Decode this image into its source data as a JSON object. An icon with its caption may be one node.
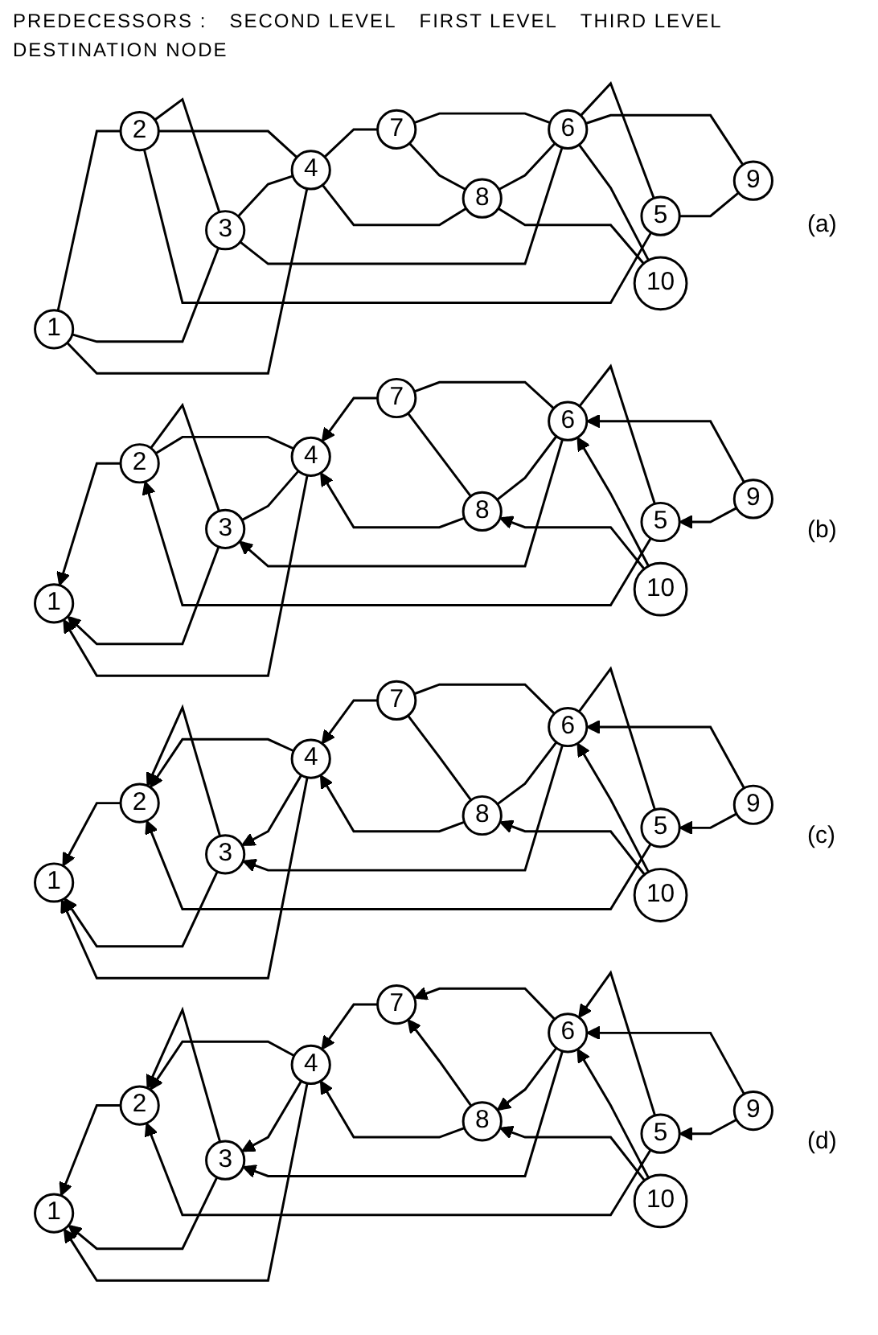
{
  "diagram": {
    "nodes": [
      {
        "text": [
          "1"
        ]
      },
      {
        "text": [
          "2"
        ]
      },
      {
        "text": [
          "3"
        ]
      },
      {
        "text": [
          "4"
        ]
      },
      {
        "text": [
          "5"
        ]
      },
      {
        "text": [
          "6"
        ]
      },
      {
        "text": [
          "7"
        ]
      },
      {
        "text": [
          "8"
        ]
      },
      {
        "text": [
          "9"
        ]
      },
      {
        "text": [
          "10"
        ]
      },
      {
        "text": [
          "1"
        ]
      },
      {
        "text": [
          "2"
        ]
      },
      {
        "text": [
          "3"
        ]
      },
      {
        "text": [
          "4"
        ]
      },
      {
        "text": [
          "5"
        ]
      },
      {
        "text": [
          "6"
        ]
      },
      {
        "text": [
          "7"
        ]
      },
      {
        "text": [
          "8"
        ]
      },
      {
        "text": [
          "9"
        ]
      },
      {
        "text": [
          "10"
        ]
      },
      {
        "text": [
          "1"
        ]
      },
      {
        "text": [
          "2"
        ]
      },
      {
        "text": [
          "3"
        ]
      },
      {
        "text": [
          "4"
        ]
      },
      {
        "text": [
          "5"
        ]
      },
      {
        "text": [
          "6"
        ]
      },
      {
        "text": [
          "7"
        ]
      },
      {
        "text": [
          "8"
        ]
      },
      {
        "text": [
          "9"
        ]
      },
      {
        "text": [
          "10"
        ]
      },
      {
        "text": [
          "1"
        ]
      },
      {
        "text": [
          "2"
        ]
      },
      {
        "text": [
          "3"
        ]
      },
      {
        "text": [
          "4"
        ]
      },
      {
        "text": [
          "5"
        ]
      },
      {
        "text": [
          "6"
        ]
      },
      {
        "text": [
          "7"
        ]
      },
      {
        "text": [
          "8"
        ]
      },
      {
        "text": [
          "9"
        ]
      },
      {
        "text": [
          "10"
        ]
      }
    ],
    "edges": [
      {
        "from": 1,
        "to": 0,
        "arrow": "none"
      },
      {
        "from": 2,
        "to": 0,
        "arrow": "none"
      },
      {
        "from": 3,
        "to": 0,
        "arrow": "none"
      },
      {
        "from": 2,
        "to": 1,
        "arrow": "none"
      },
      {
        "from": 3,
        "to": 2,
        "arrow": "none"
      },
      {
        "from": 3,
        "to": 1,
        "arrow": "none"
      },
      {
        "from": 4,
        "to": 1,
        "arrow": "none"
      },
      {
        "from": 5,
        "to": 2,
        "arrow": "none"
      },
      {
        "from": 6,
        "to": 3,
        "arrow": "none"
      },
      {
        "from": 7,
        "to": 3,
        "arrow": "none"
      },
      {
        "from": 4,
        "to": 5,
        "arrow": "none"
      },
      {
        "from": 5,
        "to": 6,
        "arrow": "none"
      },
      {
        "from": 7,
        "to": 6,
        "arrow": "none"
      },
      {
        "from": 5,
        "to": 7,
        "arrow": "none"
      },
      {
        "from": 8,
        "to": 4,
        "arrow": "none"
      },
      {
        "from": 8,
        "to": 5,
        "arrow": "none"
      },
      {
        "from": 9,
        "to": 5,
        "arrow": "none"
      },
      {
        "from": 9,
        "to": 7,
        "arrow": "none"
      },
      {
        "from": 11,
        "to": 10,
        "arrow": "to"
      },
      {
        "from": 12,
        "to": 10,
        "arrow": "to"
      },
      {
        "from": 13,
        "to": 10,
        "arrow": "to"
      },
      {
        "from": 12,
        "to": 11,
        "arrow": "none"
      },
      {
        "from": 13,
        "to": 12,
        "arrow": "none"
      },
      {
        "from": 13,
        "to": 11,
        "arrow": "none"
      },
      {
        "from": 14,
        "to": 11,
        "arrow": "to"
      },
      {
        "from": 15,
        "to": 12,
        "arrow": "to"
      },
      {
        "from": 16,
        "to": 13,
        "arrow": "to"
      },
      {
        "from": 17,
        "to": 13,
        "arrow": "to"
      },
      {
        "from": 14,
        "to": 15,
        "arrow": "none"
      },
      {
        "from": 15,
        "to": 16,
        "arrow": "none"
      },
      {
        "from": 17,
        "to": 16,
        "arrow": "none"
      },
      {
        "from": 15,
        "to": 17,
        "arrow": "none"
      },
      {
        "from": 18,
        "to": 14,
        "arrow": "to"
      },
      {
        "from": 18,
        "to": 15,
        "arrow": "to"
      },
      {
        "from": 19,
        "to": 15,
        "arrow": "to"
      },
      {
        "from": 19,
        "to": 17,
        "arrow": "to"
      },
      {
        "from": 21,
        "to": 20,
        "arrow": "to"
      },
      {
        "from": 22,
        "to": 20,
        "arrow": "to"
      },
      {
        "from": 23,
        "to": 20,
        "arrow": "to"
      },
      {
        "from": 22,
        "to": 21,
        "arrow": "to"
      },
      {
        "from": 23,
        "to": 22,
        "arrow": "to"
      },
      {
        "from": 23,
        "to": 21,
        "arrow": "to"
      },
      {
        "from": 24,
        "to": 21,
        "arrow": "to"
      },
      {
        "from": 25,
        "to": 22,
        "arrow": "to"
      },
      {
        "from": 26,
        "to": 23,
        "arrow": "to"
      },
      {
        "from": 27,
        "to": 23,
        "arrow": "to"
      },
      {
        "from": 24,
        "to": 25,
        "arrow": "none"
      },
      {
        "from": 25,
        "to": 26,
        "arrow": "none"
      },
      {
        "from": 27,
        "to": 26,
        "arrow": "none"
      },
      {
        "from": 25,
        "to": 27,
        "arrow": "none"
      },
      {
        "from": 28,
        "to": 24,
        "arrow": "to"
      },
      {
        "from": 28,
        "to": 25,
        "arrow": "to"
      },
      {
        "from": 29,
        "to": 25,
        "arrow": "to"
      },
      {
        "from": 29,
        "to": 27,
        "arrow": "to"
      },
      {
        "from": 31,
        "to": 30,
        "arrow": "to"
      },
      {
        "from": 32,
        "to": 30,
        "arrow": "to"
      },
      {
        "from": 33,
        "to": 30,
        "arrow": "to"
      },
      {
        "from": 32,
        "to": 31,
        "arrow": "to"
      },
      {
        "from": 33,
        "to": 32,
        "arrow": "to"
      },
      {
        "from": 33,
        "to": 31,
        "arrow": "to"
      },
      {
        "from": 34,
        "to": 31,
        "arrow": "to"
      },
      {
        "from": 35,
        "to": 32,
        "arrow": "to"
      },
      {
        "from": 36,
        "to": 33,
        "arrow": "to"
      },
      {
        "from": 37,
        "to": 33,
        "arrow": "to"
      },
      {
        "from": 34,
        "to": 35,
        "arrow": "to"
      },
      {
        "from": 35,
        "to": 36,
        "arrow": "to"
      },
      {
        "from": 37,
        "to": 36,
        "arrow": "to"
      },
      {
        "from": 35,
        "to": 37,
        "arrow": "to"
      },
      {
        "from": 38,
        "to": 34,
        "arrow": "to"
      },
      {
        "from": 38,
        "to": 35,
        "arrow": "to"
      },
      {
        "from": 39,
        "to": 35,
        "arrow": "to"
      },
      {
        "from": 39,
        "to": 37,
        "arrow": "to"
      }
    ],
    "labels": [
      "PREDECESSORS :",
      "SECOND LEVEL",
      "FIRST LEVEL",
      "THIRD LEVEL",
      "DESTINATION NODE",
      "(a)",
      "(b)",
      "(c)",
      "(d)"
    ]
  }
}
